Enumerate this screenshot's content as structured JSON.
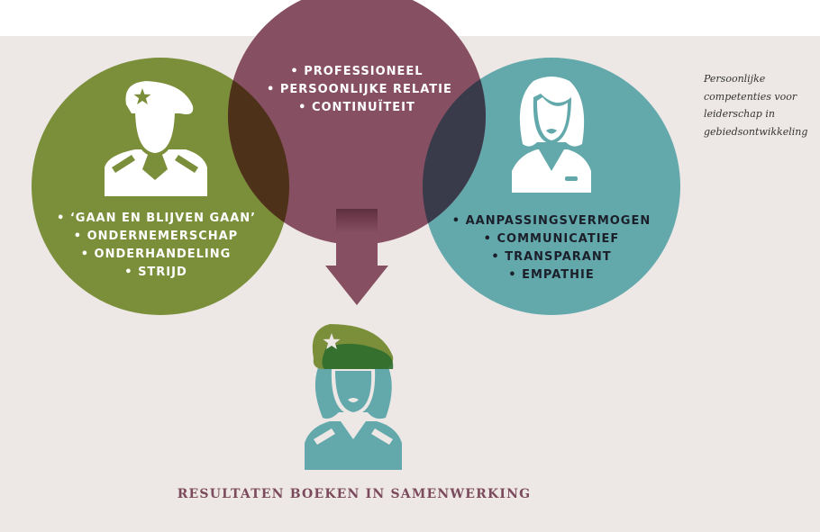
{
  "circles": {
    "left": {
      "color": "#7b8f3a",
      "items": [
        "‘GAAN EN BLIJVEN GAAN’",
        "ONDERNEMERSCHAP",
        "ONDERHANDELING",
        "STRIJD"
      ]
    },
    "center": {
      "color": "#874f62",
      "items": [
        "PROFESSIONEEL",
        "PERSOONLIJKE RELATIE",
        "CONTINUÏTEIT"
      ]
    },
    "right": {
      "color": "#63a9ac",
      "items": [
        "AANPASSINGSVERMOGEN",
        "COMMUNICATIEF",
        "TRANSPARANT",
        "EMPATHIE"
      ]
    }
  },
  "overlap_colors": {
    "left_center": "#4d3118",
    "center_right": "#393b4b"
  },
  "icons": {
    "soldier": "soldier-icon",
    "woman": "woman-icon",
    "combined": "soldier-woman-icon"
  },
  "caption": "Persoonlijke competenties voor leiderschap in gebiedsontwikkeling",
  "result_label": "RESULTATEN BOEKEN IN SAMENWERKING"
}
